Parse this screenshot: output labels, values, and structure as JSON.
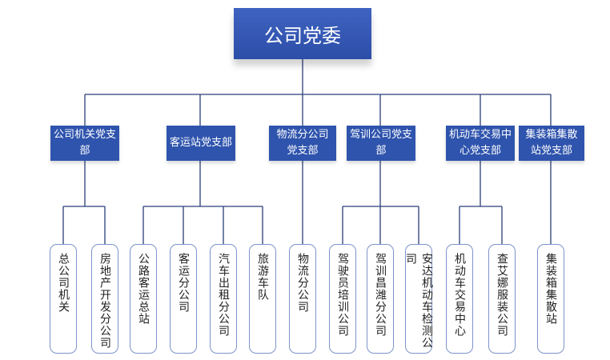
{
  "root": {
    "label": "公司党委"
  },
  "branches": [
    {
      "label": "公司机关党支部"
    },
    {
      "label": "客运站党支部"
    },
    {
      "label": "物流分公司党支部"
    },
    {
      "label": "驾训公司党支部"
    },
    {
      "label": "机动车交易中心党支部"
    },
    {
      "label": "集装箱集散站党支部"
    }
  ],
  "leaves": [
    {
      "label": "总公司机关"
    },
    {
      "label": "房地产开发分公司"
    },
    {
      "label": "公路客运总站"
    },
    {
      "label": "客运分公司"
    },
    {
      "label": "汽车出租分公司"
    },
    {
      "label": "旅游车队"
    },
    {
      "label": "物流分公司"
    },
    {
      "label": "驾驶员培训公司"
    },
    {
      "label": "驾训昌潍分公司"
    },
    {
      "label": "安达机动车检测公司"
    },
    {
      "label": "机动车交易中心"
    },
    {
      "label": "查艾娜服装公司"
    },
    {
      "label": "集装箱集散站"
    }
  ],
  "colors": {
    "box": "#2f54ad",
    "line": "#2b3f7a",
    "leaf_border": "#7d93c9"
  }
}
